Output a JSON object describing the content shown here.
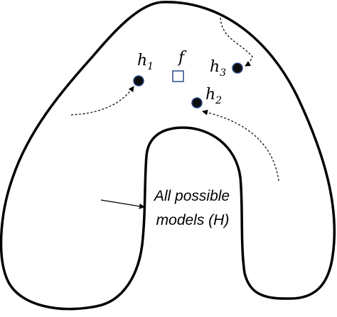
{
  "diagram": {
    "region_label_line1": "All possible",
    "region_label_line2": "models (H)",
    "target": {
      "symbol": "f"
    },
    "hypotheses": [
      {
        "symbol": "h",
        "subscript": "1"
      },
      {
        "symbol": "h",
        "subscript": "2"
      },
      {
        "symbol": "h",
        "subscript": "3"
      }
    ],
    "colors": {
      "outline": "#000000",
      "dot_fill": "#0d0d0d",
      "dot_ring": "#2e4a8c",
      "target_square": "#2e4a8c"
    }
  }
}
